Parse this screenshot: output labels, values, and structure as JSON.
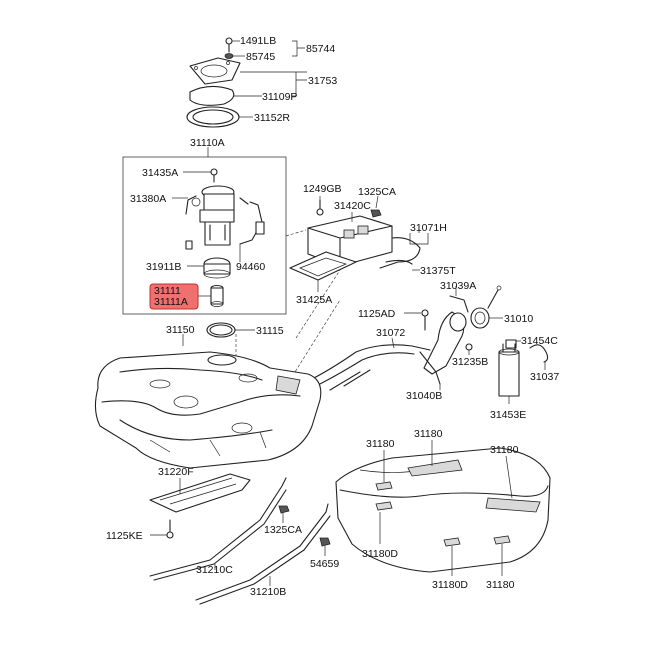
{
  "diagram": {
    "highlight_color": "#f07070",
    "line_color": "#222222",
    "labels": {
      "p1491LB": "1491LB",
      "p85745": "85745",
      "p85744": "85744",
      "p31753": "31753",
      "p31109P": "31109P",
      "p31152R": "31152R",
      "p31110A": "31110A",
      "p31435A": "31435A",
      "p31380A": "31380A",
      "p31911B": "31911B",
      "p94460": "94460",
      "p31111": "31111",
      "p31111A": "31111A",
      "p31150": "31150",
      "p31115": "31115",
      "p1249GB": "1249GB",
      "p1325CA_top": "1325CA",
      "p31420C": "31420C",
      "p31071H": "31071H",
      "p31375T": "31375T",
      "p31425A": "31425A",
      "p31039A": "31039A",
      "p1125AD": "1125AD",
      "p31010": "31010",
      "p31072": "31072",
      "p31454C": "31454C",
      "p31235B": "31235B",
      "p31037": "31037",
      "p31040B": "31040B",
      "p31453E": "31453E",
      "p31180_a": "31180",
      "p31180_b": "31180",
      "p31180_c": "31180",
      "p31180_d": "31180",
      "p31180D_a": "31180D",
      "p31180D_b": "31180D",
      "p31220F": "31220F",
      "p1125KE": "1125KE",
      "p1325CA_bot": "1325CA",
      "p31210C": "31210C",
      "p54659": "54659",
      "p31210B": "31210B"
    }
  }
}
